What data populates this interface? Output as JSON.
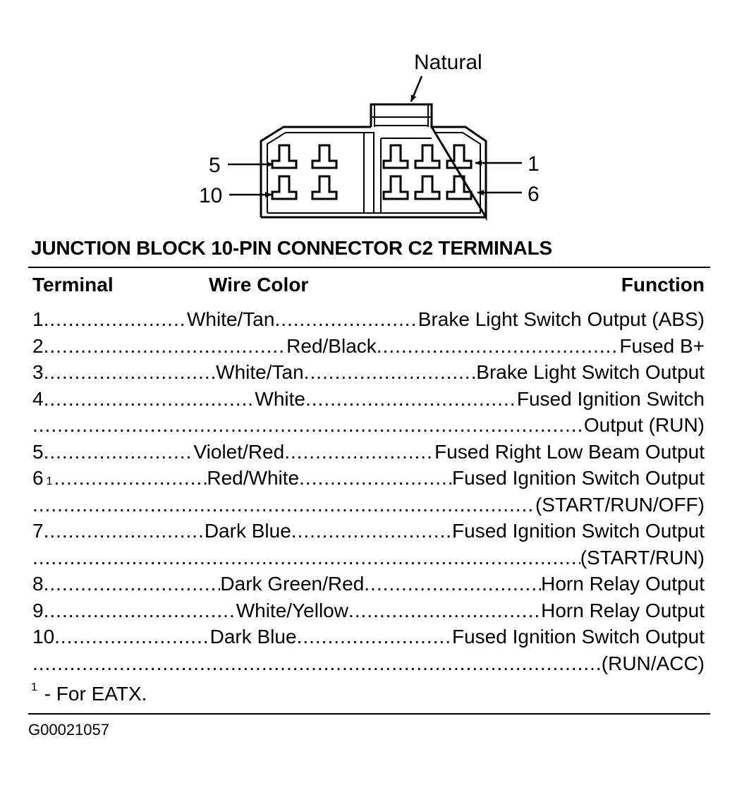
{
  "connector": {
    "label_top": "Natural",
    "pin_label_5": "5",
    "pin_label_10": "10",
    "pin_label_1": "1",
    "pin_label_6": "6"
  },
  "title": "JUNCTION BLOCK 10-PIN CONNECTOR C2 TERMINALS",
  "headers": {
    "terminal": "Terminal",
    "wire_color": "Wire Color",
    "function": "Function"
  },
  "rows": [
    {
      "terminal": "1",
      "color": "White/Tan",
      "function": "Brake Light Switch Output (ABS)"
    },
    {
      "terminal": "2",
      "color": "Red/Black",
      "function": "Fused B+"
    },
    {
      "terminal": "3",
      "color": "White/Tan",
      "function": "Brake Light Switch Output"
    },
    {
      "terminal": "4",
      "color": "White",
      "function": "Fused Ignition Switch"
    },
    {
      "function": "Output (RUN)"
    },
    {
      "terminal": "5",
      "color": "Violet/Red",
      "function": "Fused Right Low Beam Output"
    },
    {
      "terminal": "6",
      "note_mark": "1",
      "color": "Red/White",
      "function": "Fused Ignition Switch Output"
    },
    {
      "function": "(START/RUN/OFF)"
    },
    {
      "terminal": "7",
      "color": "Dark Blue",
      "function": "Fused Ignition Switch Output"
    },
    {
      "function": "(START/RUN)"
    },
    {
      "terminal": "8",
      "color": "Dark Green/Red",
      "function": "Horn Relay Output"
    },
    {
      "terminal": "9",
      "color": "White/Yellow",
      "function": "Horn Relay Output"
    },
    {
      "terminal": "10",
      "color": "Dark Blue",
      "function": "Fused Ignition Switch Output"
    },
    {
      "function": "(RUN/ACC)"
    }
  ],
  "footnote": {
    "mark": "1",
    "text": "- For EATX."
  },
  "figure_id": "G00021057"
}
